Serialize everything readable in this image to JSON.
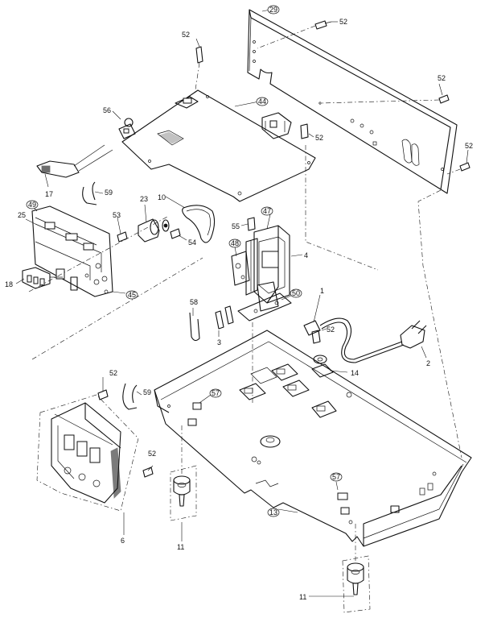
{
  "callouts": {
    "c29": "29",
    "c52a": "52",
    "c52b": "52",
    "c52c": "52",
    "c52d": "52",
    "c52e": "52",
    "c52f": "52",
    "c52g": "52",
    "c52h": "52",
    "c56": "56",
    "c44": "44",
    "c17": "17",
    "c59a": "59",
    "c59b": "59",
    "c49": "49",
    "c25": "25",
    "c53": "53",
    "c23": "23",
    "c10": "10",
    "c54": "54",
    "c55": "55",
    "c47": "47",
    "c4": "4",
    "c48": "48",
    "c18": "18",
    "c45": "45",
    "c58": "58",
    "c50": "50",
    "c3": "3",
    "c1": "1",
    "c2": "2",
    "c14": "14",
    "c57a": "57",
    "c57b": "57",
    "c13": "13",
    "c6": "6",
    "c11a": "11",
    "c11b": "11"
  }
}
